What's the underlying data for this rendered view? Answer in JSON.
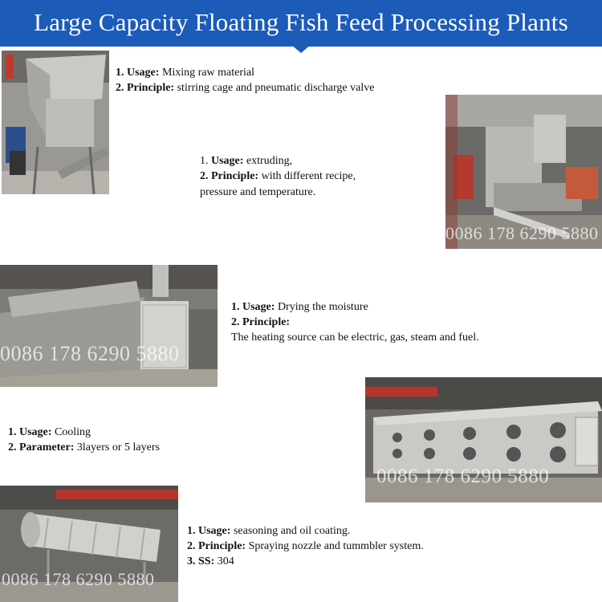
{
  "banner": {
    "title": "Large Capacity Floating Fish Feed Processing Plants"
  },
  "watermark": "0086 178 6290 5880",
  "sections": {
    "mixer": {
      "line1_label": "1. Usage:",
      "line1_text": " Mixing raw material",
      "line2_label": "2. Principle:",
      "line2_text": " stirring cage and pneumatic discharge valve"
    },
    "extruder": {
      "line1_num": "1. ",
      "line1_label": "Usage:",
      "line1_text": " extruding,",
      "line2_label": "2. Principle:",
      "line2_text": " with different recipe,",
      "line3_text": "pressure and temperature."
    },
    "dryer": {
      "line1_label": "1. Usage:",
      "line1_text": " Drying the moisture",
      "line2_label": "2. Principle:",
      "line3_text": "The heating source can be electric, gas, steam and fuel."
    },
    "cooler": {
      "line1_label": "1. Usage:",
      "line1_text": " Cooling",
      "line2_label": "2. Parameter:",
      "line2_text": " 3layers or 5 layers"
    },
    "seasoning": {
      "line1_label": "1. Usage:",
      "line1_text": " seasoning and  oil coating.",
      "line2_label": "2. Principle:",
      "line2_text": " Spraying nozzle and tummbler system.",
      "line3_label": "3. SS:",
      "line3_text": " 304"
    }
  }
}
